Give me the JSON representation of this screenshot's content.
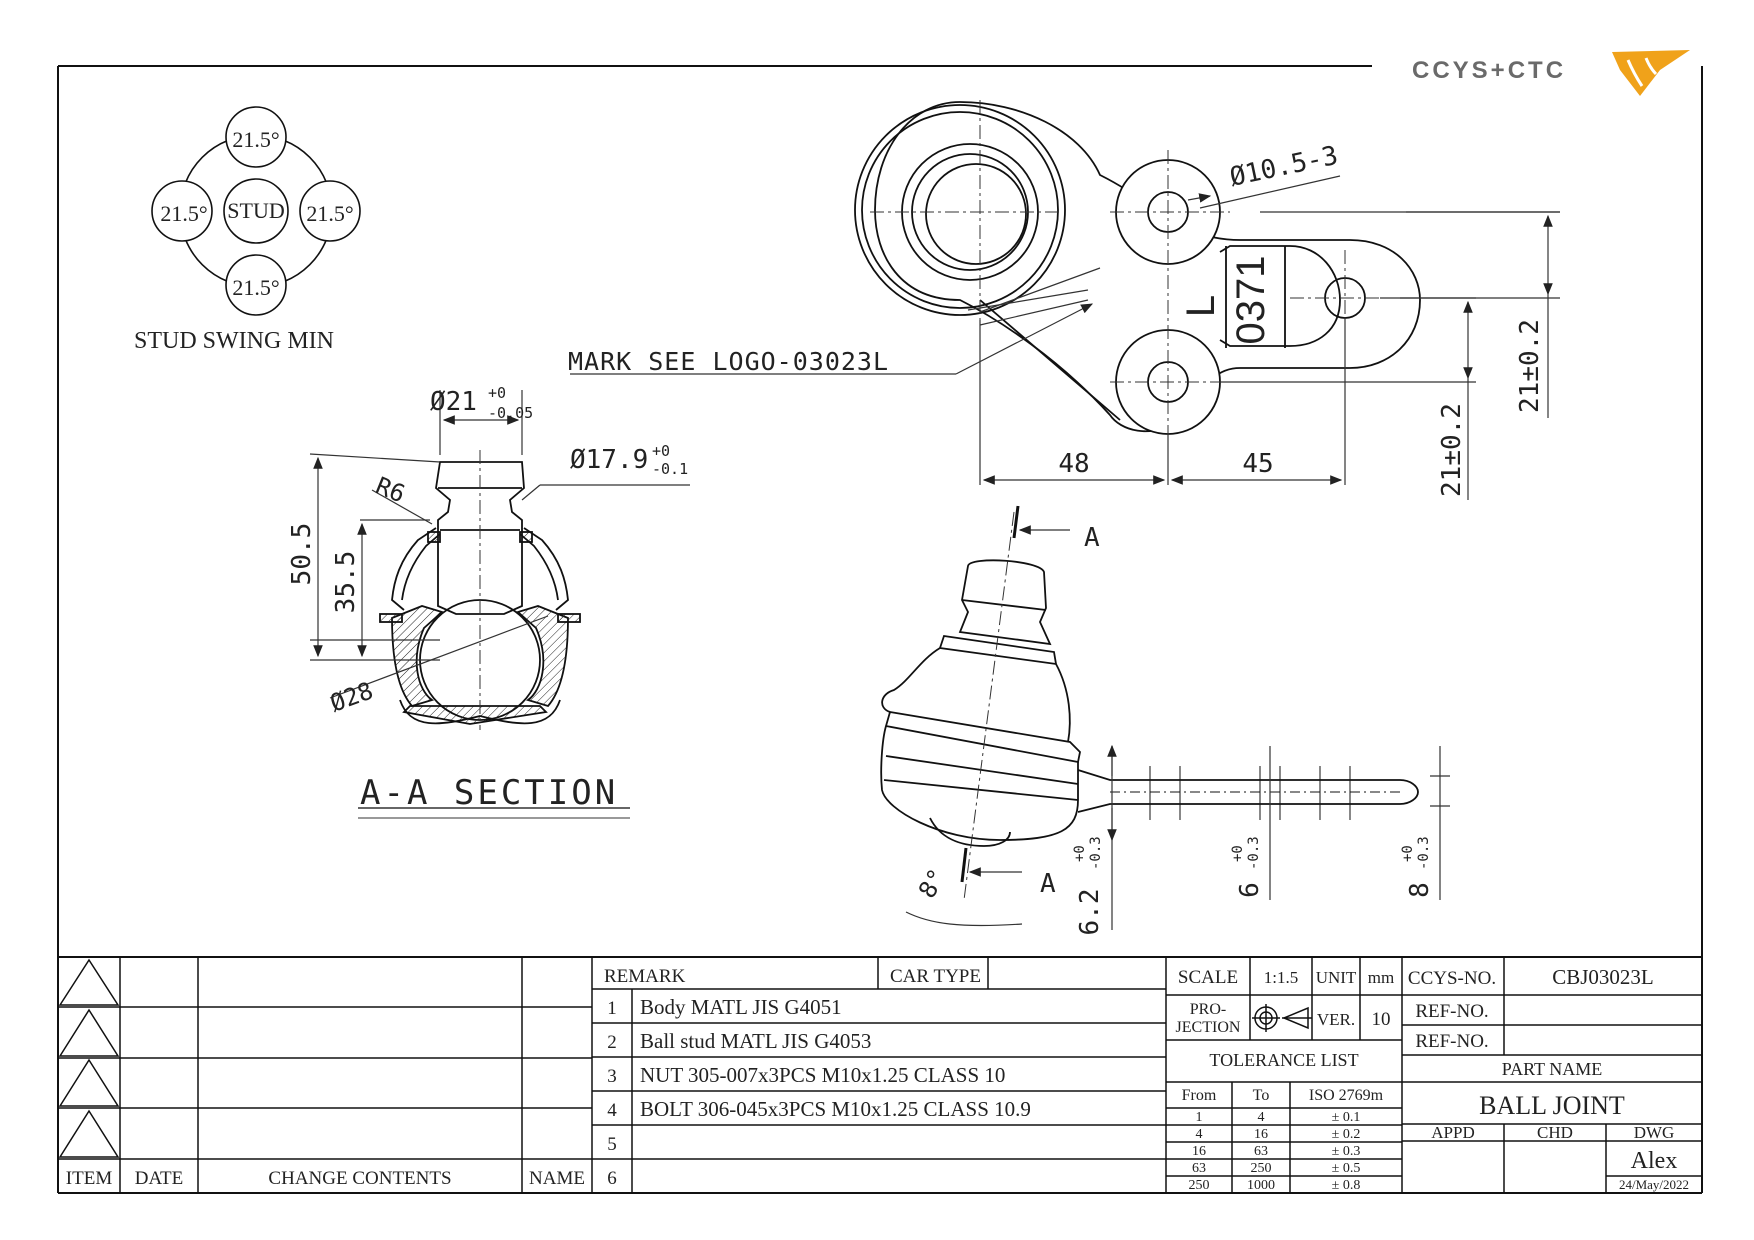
{
  "logo": {
    "text": "CCYS+CTC"
  },
  "stud_swing": {
    "center_label": "STUD",
    "values": [
      "21.5°",
      "21.5°",
      "21.5°",
      "21.5°"
    ],
    "caption": "STUD SWING MIN"
  },
  "top_view": {
    "hole_dia": "Ø10.5-3",
    "mark_text": "L",
    "part_mark": "0371",
    "mark_note": "MARK SEE LOGO-03023L",
    "dim_left": "48",
    "dim_right": "45",
    "dim_vert_inner": "21±0.2",
    "dim_vert_outer": "21±0.2"
  },
  "section": {
    "dia_top": "Ø21",
    "dia_top_tol_upper": "+0",
    "dia_top_tol_lower": "-0.05",
    "dia_neck": "Ø17.9",
    "dia_neck_tol_upper": "+0",
    "dia_neck_tol_lower": "-0.1",
    "radius": "R6",
    "height_total": "50.5",
    "height_ball": "35.5",
    "ball_dia": "Ø28",
    "title": "A-A SECTION"
  },
  "side_view": {
    "section_mark_top": "A",
    "section_mark_bottom": "A",
    "angle": "8°",
    "thk_1": "6.2",
    "thk_1_tol_upper": "+0",
    "thk_1_tol_lower": "-0.3",
    "thk_2": "6",
    "thk_2_tol_upper": "+0",
    "thk_2_tol_lower": "-0.3",
    "thk_3": "8",
    "thk_3_tol_upper": "+0",
    "thk_3_tol_lower": "-0.3"
  },
  "revision_table": {
    "headers": [
      "ITEM",
      "DATE",
      "CHANGE CONTENTS",
      "NAME"
    ]
  },
  "remarks": {
    "header": "REMARK",
    "car_type_label": "CAR TYPE",
    "rows": [
      {
        "no": "1",
        "text": "Body MATL JIS G4051"
      },
      {
        "no": "2",
        "text": "Ball stud MATL JIS G4053"
      },
      {
        "no": "3",
        "text": "NUT 305-007x3PCS M10x1.25 CLASS 10"
      },
      {
        "no": "4",
        "text": "BOLT 306-045x3PCS M10x1.25 CLASS 10.9"
      },
      {
        "no": "5",
        "text": ""
      },
      {
        "no": "6",
        "text": ""
      }
    ]
  },
  "title_block": {
    "scale_label": "SCALE",
    "scale_value": "1:1.5",
    "unit_label": "UNIT",
    "unit_value": "mm",
    "projection_label_1": "PRO-",
    "projection_label_2": "JECTION",
    "ver_label": "VER.",
    "ver_value": "10",
    "tolerance_title": "TOLERANCE LIST",
    "tol_headers": [
      "From",
      "To",
      "ISO 2769m"
    ],
    "tol_rows": [
      [
        "1",
        "4",
        "± 0.1"
      ],
      [
        "4",
        "16",
        "± 0.2"
      ],
      [
        "16",
        "63",
        "± 0.3"
      ],
      [
        "63",
        "250",
        "± 0.5"
      ],
      [
        "250",
        "1000",
        "± 0.8"
      ]
    ],
    "ccys_no_label": "CCYS-NO.",
    "ccys_no_value": "CBJ03023L",
    "ref_no_label_1": "REF-NO.",
    "ref_no_label_2": "REF-NO.",
    "part_name_label": "PART NAME",
    "part_name_value": "BALL JOINT",
    "appd_label": "APPD",
    "chd_label": "CHD",
    "dwg_label": "DWG",
    "dwg_name": "Alex",
    "date": "24/May/2022"
  },
  "colors": {
    "line": "#111111",
    "dim": "#333333",
    "logo_gray": "#6a6a6a",
    "logo_orange": "#f0a21a"
  }
}
